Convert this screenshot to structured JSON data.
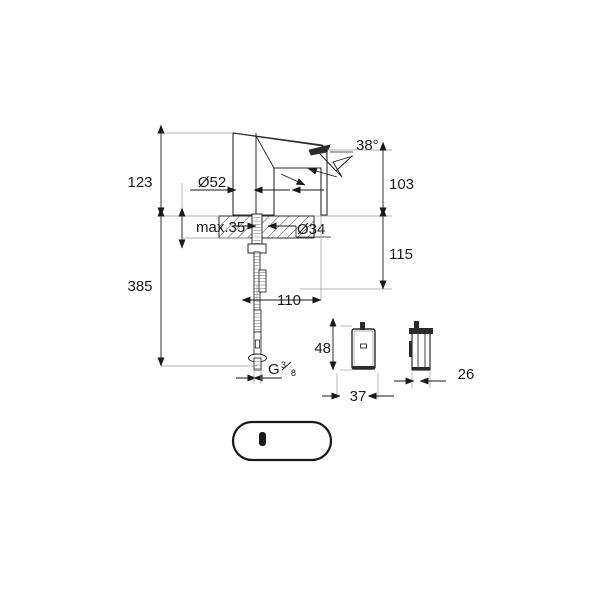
{
  "drawing": {
    "title": "Technical dimension drawing - electronic basin mixer",
    "background_color": "#ffffff",
    "line_color": "#2b2b2b",
    "dim_line_color": "#6b6b6b",
    "text_color": "#1a1a1a",
    "units": "mm"
  },
  "dimensions": {
    "height_above_counter": "123",
    "spout_diameter": "Ø52",
    "max_counter_thickness": "max.35",
    "shank_diameter": "Ø34",
    "total_length": "385",
    "spout_angle": "38°",
    "upper_right_height": "103",
    "lower_right_height": "115",
    "projection": "110",
    "thread_size_prefix": "G",
    "thread_size_numerator": "3",
    "thread_size_denominator": "8",
    "box_height": "48",
    "box_width": "37",
    "box_depth": "26"
  },
  "views": {
    "main": "faucet-section-view",
    "detail_front": "power-box-front-view",
    "detail_side": "power-box-side-view",
    "detail_bottom": "remote-sensor-view"
  }
}
